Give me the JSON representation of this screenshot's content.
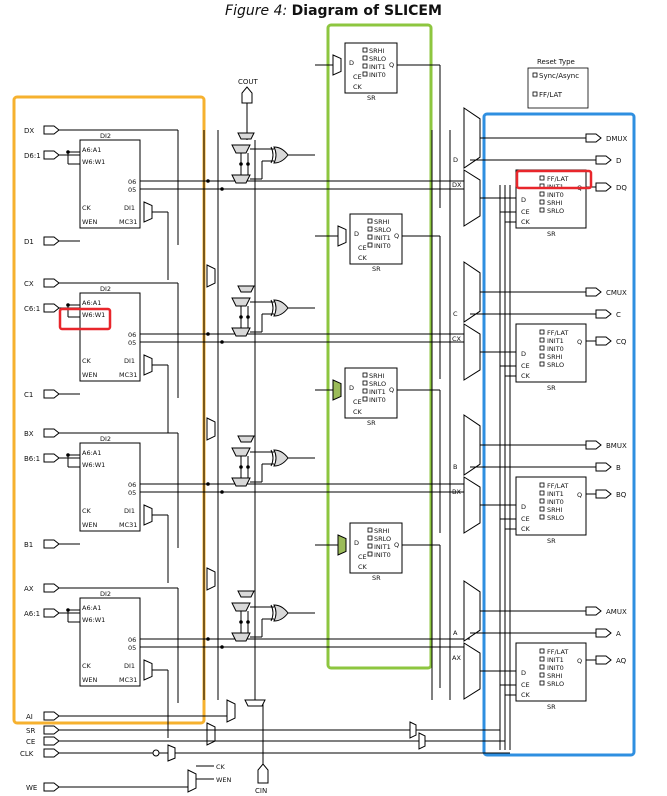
{
  "title": {
    "figure": "Figure 4:",
    "name": "Diagram of SLICEM"
  },
  "reset_type": {
    "heading": "Reset Type",
    "opt1": "Sync/Async",
    "opt2": "FF/LAT"
  },
  "top_pins": {
    "cout": "COUT",
    "cin": "CIN"
  },
  "lut_rows": [
    {
      "in_x": "DX",
      "in_addr": "D6:1",
      "in_d": "D1"
    },
    {
      "in_x": "CX",
      "in_addr": "C6:1",
      "in_d": "C1"
    },
    {
      "in_x": "BX",
      "in_addr": "B6:1",
      "in_d": "B1"
    },
    {
      "in_x": "AX",
      "in_addr": "A6:1",
      "in_d": ""
    }
  ],
  "control_inputs": [
    "AI",
    "SR",
    "CE",
    "CLK",
    "WE"
  ],
  "lut": {
    "di2": "DI2",
    "a": "A6:A1",
    "w": "W6:W1",
    "o6": "06",
    "o5": "05",
    "ck": "CK",
    "di1": "DI1",
    "wen": "WEN",
    "mc31": "MC31"
  },
  "wen_pins": {
    "ck": "CK",
    "wen": "WEN"
  },
  "ff_small": {
    "d": "D",
    "q": "Q",
    "ce": "CE",
    "ck": "CK",
    "sr": "SR",
    "inits": [
      "SRHI",
      "SRLO",
      "INIT1",
      "INIT0"
    ]
  },
  "ff_right": {
    "d": "D",
    "q": "Q",
    "ce": "CE",
    "ck": "CK",
    "sr": "SR",
    "inits": [
      "FF/LAT",
      "INIT1",
      "INIT0",
      "SRHI",
      "SRLO"
    ]
  },
  "outputs": [
    {
      "mux": "DMUX",
      "o": "D",
      "q": "DQ",
      "xin": "DX",
      "sel": "D"
    },
    {
      "mux": "CMUX",
      "o": "C",
      "q": "CQ",
      "xin": "CX",
      "sel": "C"
    },
    {
      "mux": "BMUX",
      "o": "B",
      "q": "BQ",
      "xin": "BX",
      "sel": "B"
    },
    {
      "mux": "AMUX",
      "o": "A",
      "q": "AQ",
      "xin": "AX",
      "sel": "A"
    }
  ],
  "highlights": {
    "orange": "#f6b12f",
    "green": "#8dc63f",
    "blue": "#2f8fe0",
    "red": "#e8262b"
  }
}
